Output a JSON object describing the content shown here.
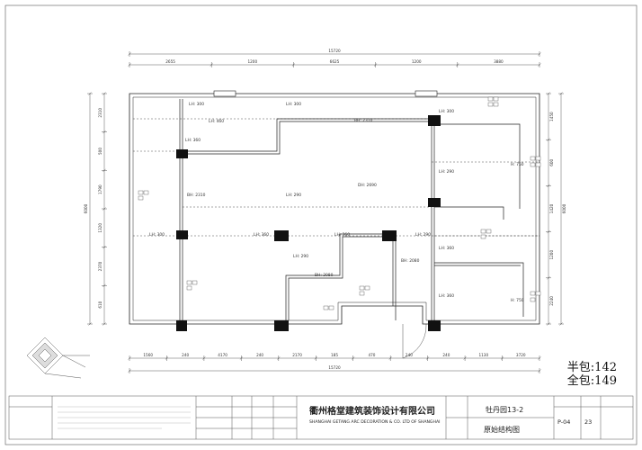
{
  "drawing": {
    "dims_top": {
      "overall": "15720",
      "segments": [
        "2655",
        "1200",
        "6625",
        "1200",
        "3880"
      ]
    },
    "dims_bottom": {
      "overall": "15720",
      "segments": [
        "1560",
        "240",
        "4170",
        "240",
        "2170",
        "185",
        "470",
        "240",
        "240",
        "1130",
        "3720"
      ]
    },
    "dims_left": {
      "overall": "6000",
      "segments": [
        "2310",
        "500",
        "1790",
        "1320",
        "2370",
        "610"
      ]
    },
    "dims_right": {
      "overall": "6000",
      "segments": [
        "1450",
        "600",
        "1420",
        "1200",
        "2240"
      ]
    },
    "labels": [
      "LH: 300",
      "LH: 300",
      "LH: 300",
      "LH: 460",
      "BH: 2310",
      "LH: 360",
      "LH: 290",
      "H: 750",
      "BH: 2310",
      "DH: 2690",
      "LH: 290",
      "LH: 300",
      "LH: 360",
      "LH: 360",
      "LH: 290",
      "LH: 290",
      "LH: 360",
      "BH: 2080",
      "BH: 2080",
      "LH: 360",
      "H: 750"
    ]
  },
  "prices": {
    "half": "半包:142",
    "full": "全包:149"
  },
  "title_block": {
    "company_cn": "衢州格堂建筑装饰设计有限公司",
    "company_en": "SHANGHAI GETANG ARC DECORATION   &   CO. LTD OF SHANGHAI",
    "project": "牡丹园13-2",
    "drawing_title": "原始结构图",
    "drawing_no": "P-04",
    "sheet_no": "23"
  },
  "colors": {
    "line": "#222222",
    "column": "#111111"
  }
}
